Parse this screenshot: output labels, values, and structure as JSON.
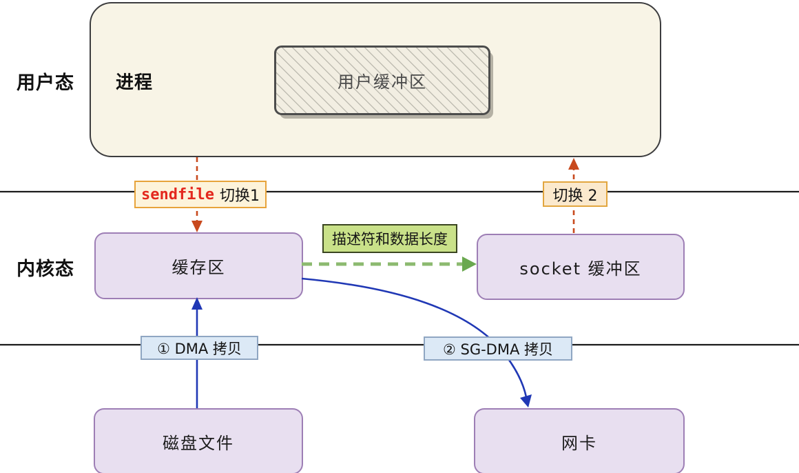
{
  "regions": {
    "user_mode": "用户态",
    "kernel_mode": "内核态"
  },
  "process": {
    "label": "进程",
    "user_buffer": "用户缓冲区"
  },
  "switches": {
    "switch1_keyword": "sendfile",
    "switch1_text": "切换1",
    "switch2": "切换 2"
  },
  "kernel": {
    "buffer": "缓存区",
    "socket_buffer": "socket 缓冲区",
    "descriptor_note": "描述符和数据长度"
  },
  "copies": {
    "dma": "① DMA 拷贝",
    "sg_dma": "② SG-DMA 拷贝"
  },
  "devices": {
    "disk": "磁盘文件",
    "nic": "网卡"
  },
  "colors": {
    "process_fill": "#f8f4e6",
    "purple_fill": "#e8dff0",
    "purple_border": "#9d7eb5",
    "switch_border": "#e7a33a",
    "sendfile_red": "#e3281e",
    "descriptor_green": "#c9e189",
    "copy_blue_fill": "#dce9f6",
    "arrow_orange": "#c8491d",
    "arrow_blue": "#2038b5",
    "arrow_green": "#8cba70",
    "boundary_line": "#1b1b1b"
  }
}
